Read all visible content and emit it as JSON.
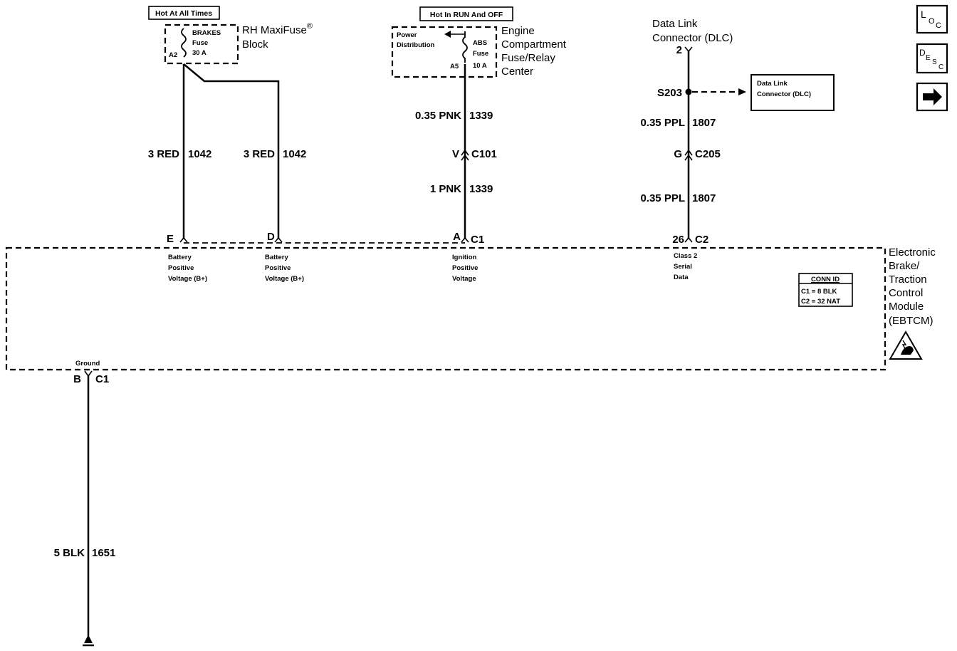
{
  "badges": {
    "hot_always": "Hot At All Times",
    "hot_run_off": "Hot In RUN And OFF"
  },
  "maxifuse": {
    "title_line1": "RH MaxiFuse",
    "registered": "®",
    "title_line2": "Block",
    "fuse_name": "BRAKES",
    "fuse_word": "Fuse",
    "rating": "30 A",
    "terminal": "A2"
  },
  "engine_center": {
    "line1": "Engine",
    "line2": "Compartment",
    "line3": "Fuse/Relay",
    "line4": "Center",
    "power_dist_line1": "Power",
    "power_dist_line2": "Distribution",
    "fuse_name": "ABS",
    "fuse_word": "Fuse",
    "rating": "10 A",
    "terminal": "A5"
  },
  "dlc": {
    "title_line1": "Data Link",
    "title_line2": "Connector (DLC)",
    "pin": "2",
    "splice": "S203",
    "box_line1": "Data Link",
    "box_line2": "Connector (DLC)"
  },
  "wires": {
    "e_color": "3 RED",
    "e_circuit": "1042",
    "d_color": "3 RED",
    "d_circuit": "1042",
    "pnk_upper_color": "0.35 PNK",
    "pnk_upper_circuit": "1339",
    "pnk_lower_color": "1 PNK",
    "pnk_lower_circuit": "1339",
    "ppl_upper_color": "0.35 PPL",
    "ppl_upper_circuit": "1807",
    "ppl_lower_color": "0.35 PPL",
    "ppl_lower_circuit": "1807",
    "ground_color": "5 BLK",
    "ground_circuit": "1651"
  },
  "inline_connectors": {
    "c101_pin": "V",
    "c101_name": "C101",
    "c205_pin": "G",
    "c205_name": "C205"
  },
  "module": {
    "name_lines": [
      "Electronic",
      "Brake/",
      "Traction",
      "Control",
      "Module",
      "(EBTCM)"
    ],
    "pin_e": "E",
    "pin_d": "D",
    "pin_a": "A",
    "pin_a_conn": "C1",
    "pin_26": "26",
    "pin_26_conn": "C2",
    "pin_b": "B",
    "pin_b_conn": "C1",
    "e_desc": [
      "Battery",
      "Positive",
      "Voltage (B+)"
    ],
    "d_desc": [
      "Battery",
      "Positive",
      "Voltage (B+)"
    ],
    "a_desc": [
      "Ignition",
      "Positive",
      "Voltage"
    ],
    "c2_desc": [
      "Class 2",
      "Serial",
      "Data"
    ],
    "ground_desc": "Ground",
    "conn_id_title": "CONN ID",
    "conn_id_c1": "C1 = 8 BLK",
    "conn_id_c2": "C2 = 32 NAT"
  },
  "nav": {
    "loc_main": "L",
    "loc_sub1": "O",
    "loc_sub2": "C",
    "desc_main": "D",
    "desc_sub1": "E",
    "desc_sub2": "S",
    "desc_sub3": "C",
    "arrow_glyph": "➔"
  }
}
